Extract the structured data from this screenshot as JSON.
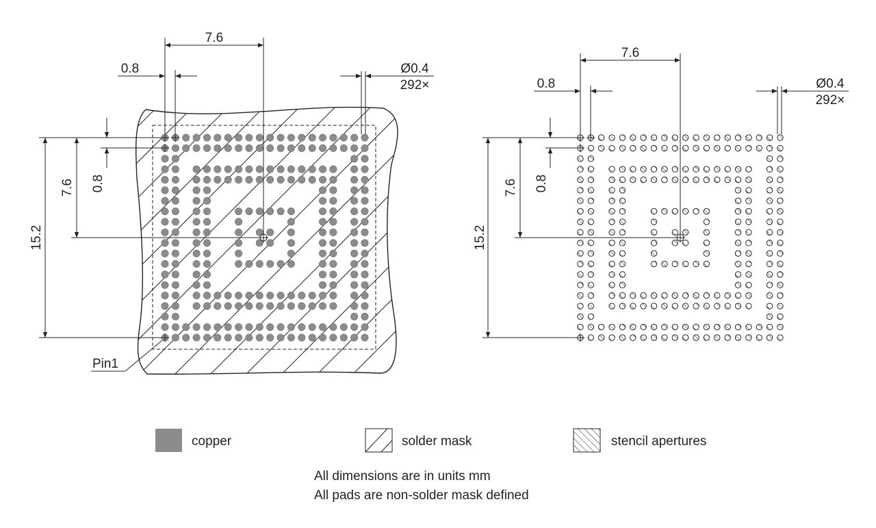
{
  "left_view": {
    "pitch_h": "7.6",
    "pad_pitch": "0.8",
    "pad_diameter": "Ø0.4",
    "pad_count": "292×",
    "pitch_v": "7.6",
    "pad_pitch_v": "0.8",
    "span": "15.2",
    "pin1_label": "Pin1"
  },
  "right_view": {
    "pitch_h": "7.6",
    "pad_pitch": "0.8",
    "pad_diameter": "Ø0.4",
    "pad_count": "292×",
    "pitch_v": "7.6",
    "pad_pitch_v": "0.8",
    "span": "15.2"
  },
  "legend": {
    "copper": "copper",
    "solder_mask": "solder mask",
    "stencil": "stencil apertures"
  },
  "notes": {
    "units": "All dimensions are in units mm",
    "pads": "All pads are non-solder mask defined"
  },
  "colors": {
    "copper": "#8c8c8c",
    "line": "#222222",
    "background": "#ffffff"
  }
}
